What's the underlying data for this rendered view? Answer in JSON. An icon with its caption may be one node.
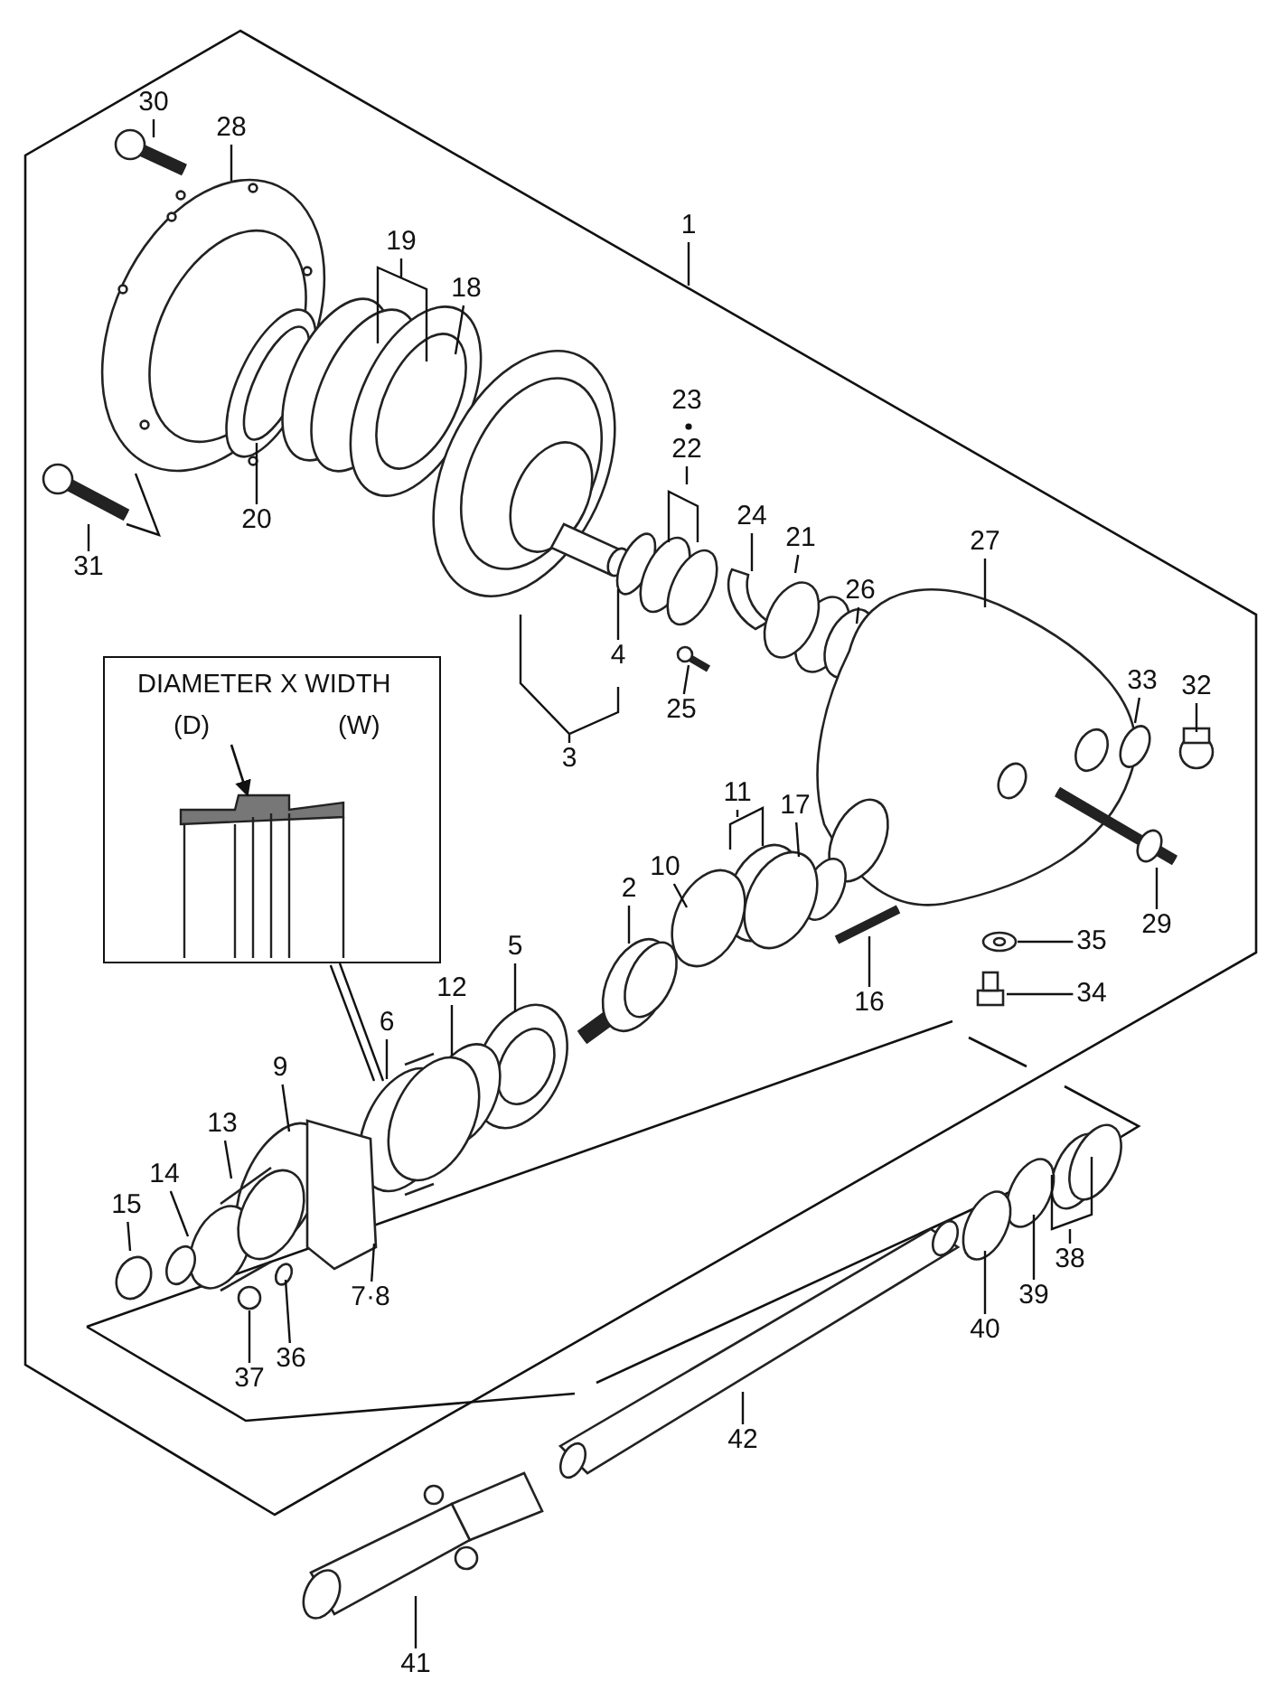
{
  "diagram": {
    "nodes": [
      {
        "text": [
          "30"
        ]
      },
      {
        "text": [
          "28"
        ]
      },
      {
        "text": [
          "1"
        ]
      },
      {
        "text": [
          "19"
        ]
      },
      {
        "text": [
          "18"
        ]
      },
      {
        "text": [
          "22"
        ]
      },
      {
        "text": [
          "20"
        ]
      },
      {
        "text": [
          "31"
        ]
      },
      {
        "text": [
          "24"
        ]
      },
      {
        "text": [
          "21"
        ]
      },
      {
        "text": [
          "27"
        ]
      },
      {
        "text": [
          "26"
        ]
      },
      {
        "text": [
          "4"
        ]
      },
      {
        "text": [
          "DIAMETER X WIDTH",
          "(D)",
          "(W)"
        ]
      },
      {
        "text": [
          "25"
        ]
      },
      {
        "text": [
          "33"
        ]
      },
      {
        "text": [
          "32"
        ]
      },
      {
        "text": [
          "3"
        ]
      },
      {
        "text": [
          "11"
        ]
      },
      {
        "text": [
          "17"
        ]
      },
      {
        "text": [
          "10"
        ]
      },
      {
        "text": [
          "2"
        ]
      },
      {
        "text": [
          "29"
        ]
      },
      {
        "text": [
          "35"
        ]
      },
      {
        "text": [
          "5"
        ]
      },
      {
        "text": [
          "12"
        ]
      },
      {
        "text": [
          "34"
        ]
      },
      {
        "text": [
          "16"
        ]
      },
      {
        "text": [
          "6"
        ]
      },
      {
        "text": [
          "9"
        ]
      },
      {
        "text": [
          "13"
        ]
      },
      {
        "text": [
          "14"
        ]
      },
      {
        "text": [
          "15"
        ]
      },
      {
        "text": [
          "38"
        ]
      },
      {
        "text": [
          "7·8"
        ]
      },
      {
        "text": [
          "39"
        ]
      },
      {
        "text": [
          "40"
        ]
      },
      {
        "text": [
          "36"
        ]
      },
      {
        "text": [
          "37"
        ]
      },
      {
        "text": [
          "42"
        ]
      },
      {
        "text": [
          "41"
        ]
      }
    ],
    "edges": [
      {
        "from": 0,
        "to": null,
        "arrow": "none"
      },
      {
        "from": 1,
        "to": null,
        "arrow": "none"
      },
      {
        "from": 2,
        "to": null,
        "arrow": "none"
      },
      {
        "from": 3,
        "to": null,
        "arrow": "none"
      },
      {
        "from": 4,
        "to": null,
        "arrow": "none"
      },
      {
        "from": 5,
        "to": null,
        "arrow": "none"
      },
      {
        "from": 6,
        "to": null,
        "arrow": "none"
      },
      {
        "from": 7,
        "to": null,
        "arrow": "none"
      },
      {
        "from": 8,
        "to": null,
        "arrow": "none"
      },
      {
        "from": 9,
        "to": null,
        "arrow": "none"
      },
      {
        "from": 10,
        "to": null,
        "arrow": "none"
      },
      {
        "from": 11,
        "to": null,
        "arrow": "none"
      },
      {
        "from": 12,
        "to": null,
        "arrow": "none"
      },
      {
        "from": 13,
        "to": null,
        "arrow": "none"
      },
      {
        "from": 14,
        "to": null,
        "arrow": "none"
      },
      {
        "from": 15,
        "to": null,
        "arrow": "none"
      },
      {
        "from": 16,
        "to": null,
        "arrow": "none"
      },
      {
        "from": 17,
        "to": null,
        "arrow": "none"
      },
      {
        "from": 18,
        "to": null,
        "arrow": "none"
      },
      {
        "from": 19,
        "to": null,
        "arrow": "none"
      },
      {
        "from": 20,
        "to": null,
        "arrow": "none"
      },
      {
        "from": 21,
        "to": null,
        "arrow": "none"
      },
      {
        "from": 22,
        "to": null,
        "arrow": "none"
      },
      {
        "from": 23,
        "to": null,
        "arrow": "none"
      },
      {
        "from": 24,
        "to": null,
        "arrow": "none"
      },
      {
        "from": 25,
        "to": null,
        "arrow": "none"
      },
      {
        "from": 26,
        "to": null,
        "arrow": "none"
      },
      {
        "from": 27,
        "to": null,
        "arrow": "none"
      },
      {
        "from": 28,
        "to": null,
        "arrow": "none"
      },
      {
        "from": 29,
        "to": null,
        "arrow": "none"
      },
      {
        "from": 30,
        "to": null,
        "arrow": "none"
      },
      {
        "from": 31,
        "to": null,
        "arrow": "none"
      },
      {
        "from": 32,
        "to": null,
        "arrow": "none"
      },
      {
        "from": 33,
        "to": null,
        "arrow": "none"
      },
      {
        "from": 34,
        "to": null,
        "arrow": "none"
      },
      {
        "from": 35,
        "to": null,
        "arrow": "none"
      },
      {
        "from": 36,
        "to": null,
        "arrow": "none"
      },
      {
        "from": 37,
        "to": null,
        "arrow": "none"
      },
      {
        "from": 38,
        "to": null,
        "arrow": "none"
      },
      {
        "from": 39,
        "to": null,
        "arrow": "none"
      },
      {
        "from": 40,
        "to": null,
        "arrow": "none"
      }
    ],
    "labels": [
      "23"
    ]
  }
}
